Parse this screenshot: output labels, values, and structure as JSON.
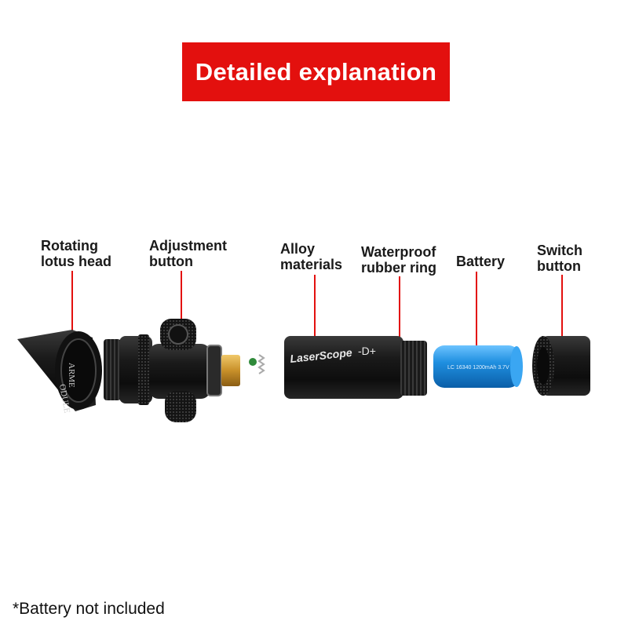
{
  "banner": {
    "title": "Detailed explanation"
  },
  "callouts": [
    {
      "id": "rotating-lotus-head",
      "text": "Rotating\nlotus head"
    },
    {
      "id": "adjustment-button",
      "text": "Adjustment\nbutton"
    },
    {
      "id": "alloy-materials",
      "text": "Alloy\nmaterials"
    },
    {
      "id": "waterproof-rubber-ring",
      "text": "Waterproof\nrubber ring"
    },
    {
      "id": "battery",
      "text": "Battery"
    },
    {
      "id": "switch-button",
      "text": "Switch\nbutton"
    }
  ],
  "product_marks": {
    "brand": "LaserScope",
    "polarity": "-D+",
    "head_text_1": "ARME",
    "head_text_2": "ODULE",
    "battery_text": "LC 16340 1200mAh 3.7V"
  },
  "footnote": "*Battery not included",
  "colors": {
    "accent": "#e3100e",
    "battery": "#1f8fe0",
    "metal": "#1c1c1c",
    "brass": "#d4a23a"
  }
}
